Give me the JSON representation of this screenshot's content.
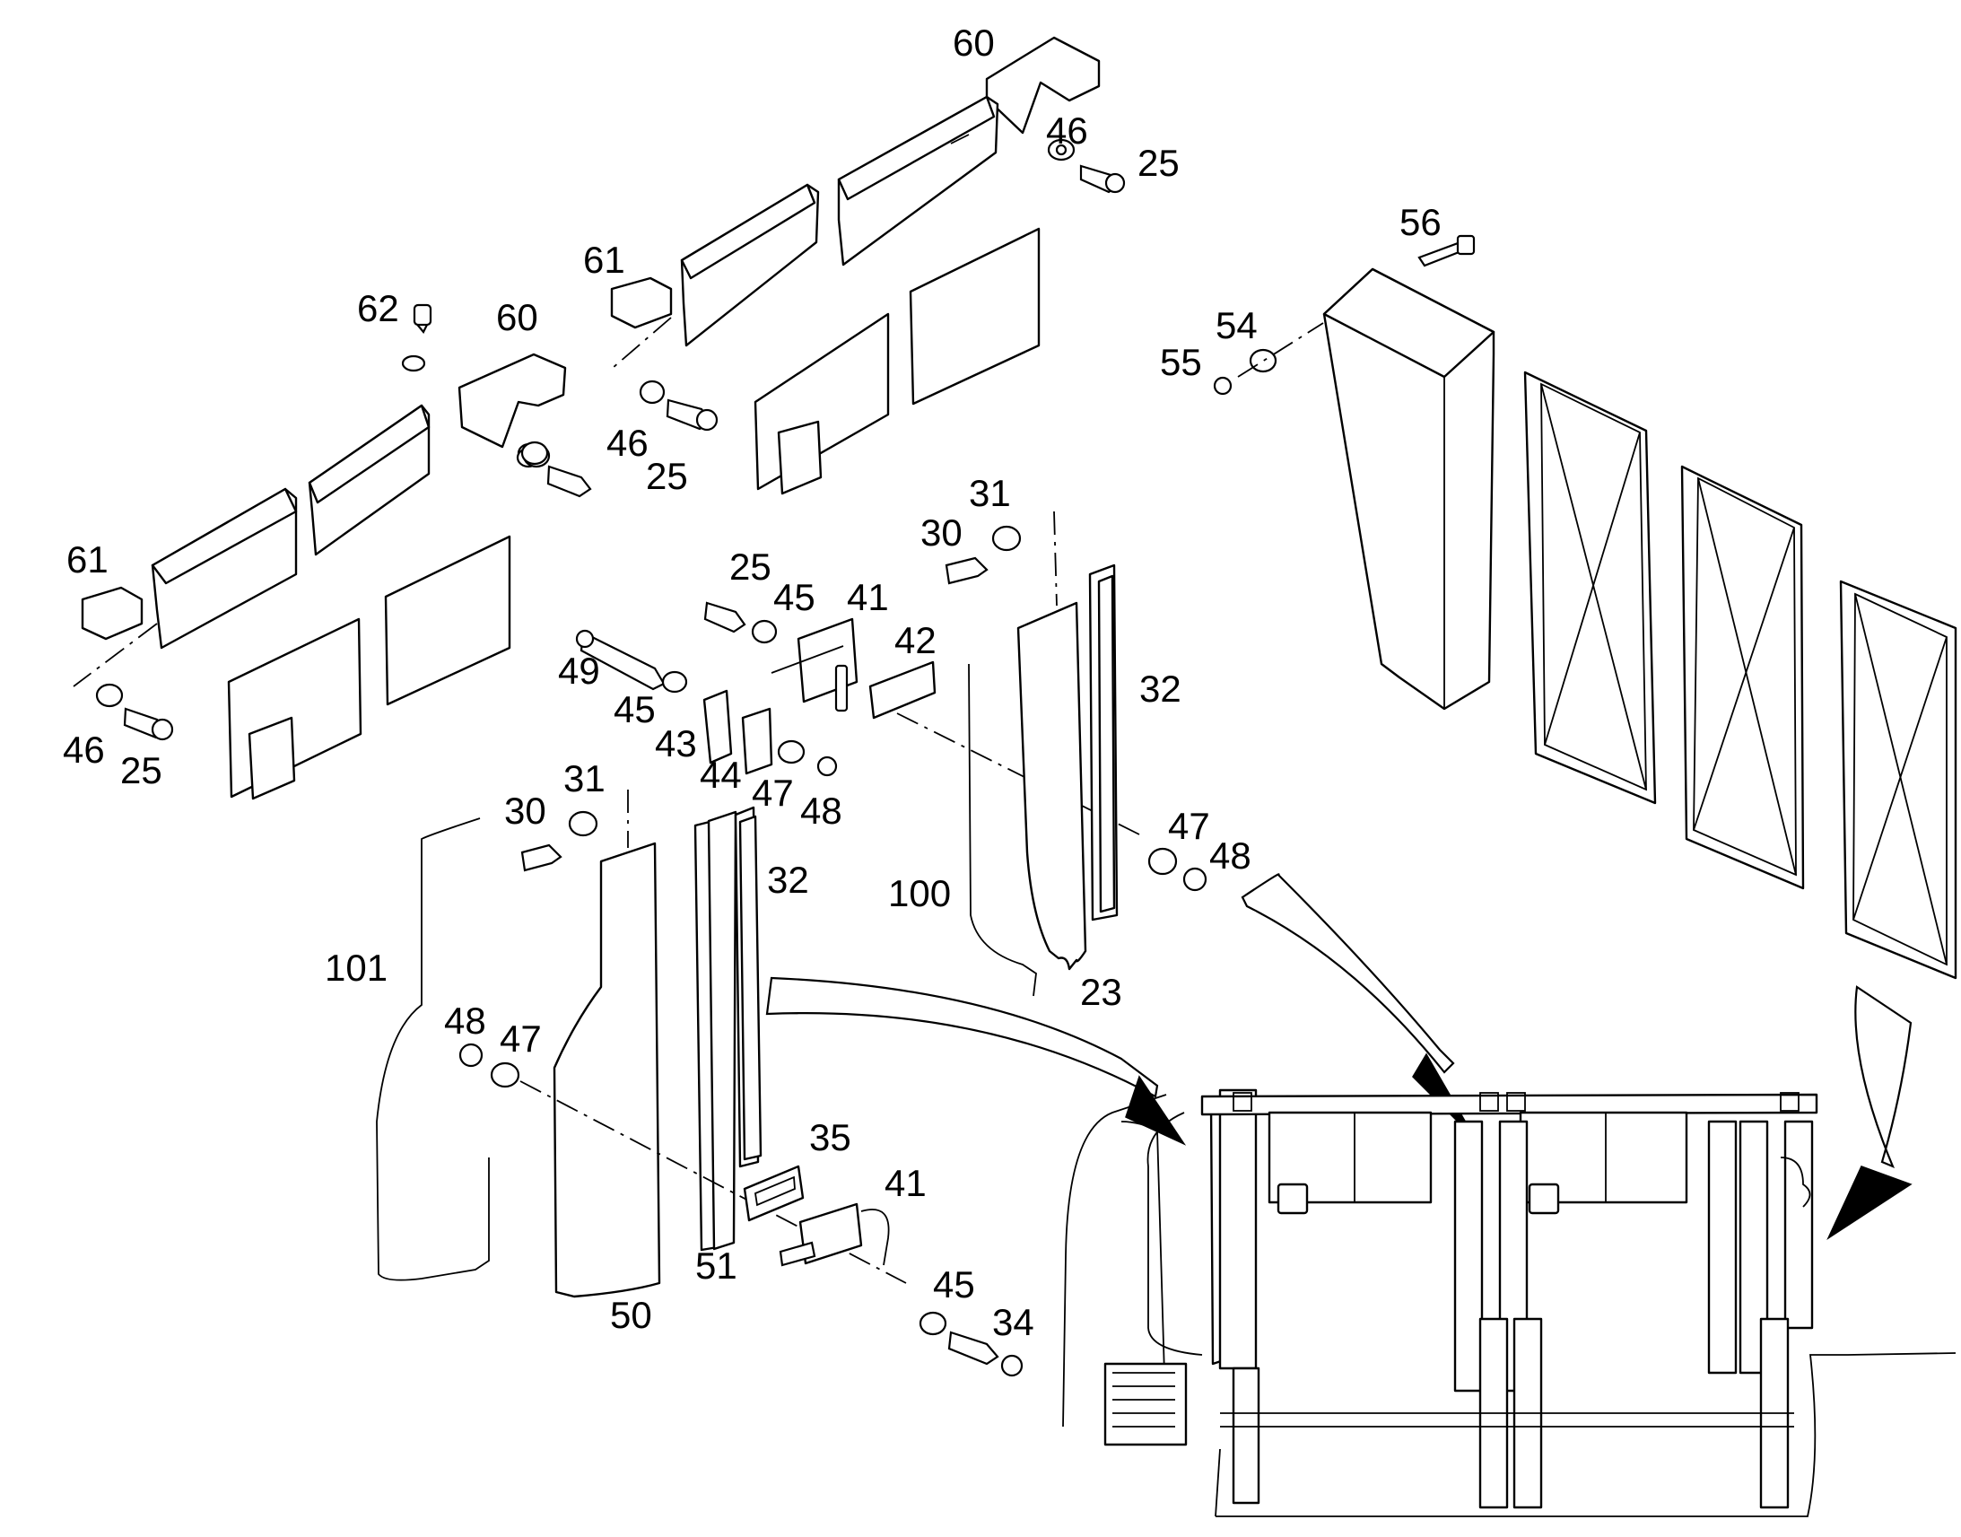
{
  "diagram": {
    "labels": {
      "l60a": "60",
      "l46a": "46",
      "l25a": "25",
      "l56": "56",
      "l61a": "61",
      "l62": "62",
      "l60b": "60",
      "l54": "54",
      "l55": "55",
      "l46b": "46",
      "l25b": "25",
      "l31a": "31",
      "l30a": "30",
      "l61b": "61",
      "l25c": "25",
      "l45a": "45",
      "l41a": "41",
      "l49": "49",
      "l42": "42",
      "l32a": "32",
      "l45b": "45",
      "l43": "43",
      "l46c": "46",
      "l25d": "25",
      "l44": "44",
      "l47a": "47",
      "l48a": "48",
      "l30b": "30",
      "l31b": "31",
      "l32b": "32",
      "l47b": "47",
      "l48b": "48",
      "l100": "100",
      "l101": "101",
      "l23": "23",
      "l48c": "48",
      "l47c": "47",
      "l35": "35",
      "l41b": "41",
      "l51": "51",
      "l45c": "45",
      "l34": "34",
      "l50": "50"
    }
  }
}
